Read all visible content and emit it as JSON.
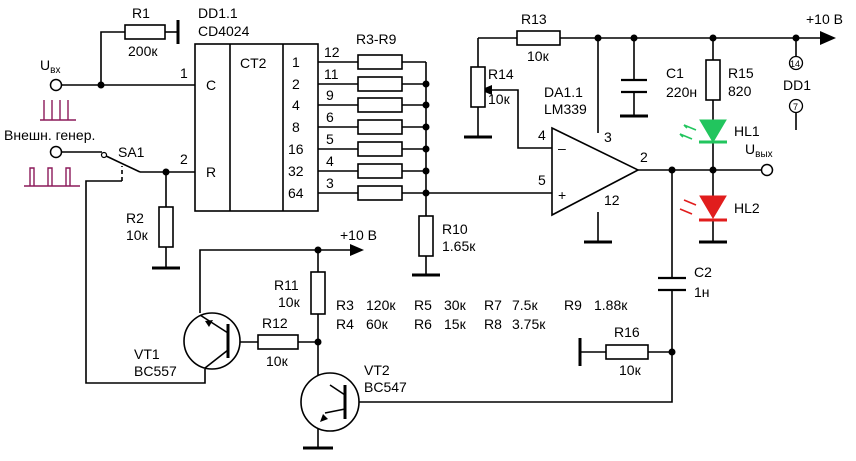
{
  "rail": {
    "top_label": "+10 В",
    "mid_label": "+10 В"
  },
  "input": {
    "label": "U",
    "sub": "вх"
  },
  "output": {
    "label": "U",
    "sub": "вых"
  },
  "ext": {
    "label": "Внешн. генер.",
    "switch": "SA1"
  },
  "counter": {
    "ref": "DD1.1",
    "part": "CD4024",
    "func": "CT2",
    "pin_c": "C",
    "pin_r": "R",
    "pin_clk": "1",
    "pin_rst": "2",
    "outputs": [
      "1",
      "2",
      "4",
      "8",
      "16",
      "32",
      "64"
    ],
    "out_pins": [
      "12",
      "11",
      "9",
      "6",
      "5",
      "4",
      "3"
    ]
  },
  "r1": {
    "ref": "R1",
    "val": "200к"
  },
  "r2": {
    "ref": "R2",
    "val": "10к"
  },
  "rbank": {
    "ref": "R3-R9"
  },
  "r10": {
    "ref": "R10",
    "val": "1.65к"
  },
  "r11": {
    "ref": "R11",
    "val": "10к"
  },
  "r12": {
    "ref": "R12",
    "val": "10к"
  },
  "r13": {
    "ref": "R13",
    "val": "10к"
  },
  "r14": {
    "ref": "R14",
    "val": "10к"
  },
  "r15": {
    "ref": "R15",
    "val": "820"
  },
  "r16": {
    "ref": "R16",
    "val": "10к"
  },
  "c1": {
    "ref": "C1",
    "val": "220н"
  },
  "c2": {
    "ref": "C2",
    "val": "1н"
  },
  "comp": {
    "ref": "DA1.1",
    "part": "LM339",
    "pin_inv": "4",
    "pin_non": "5",
    "pin_out": "2",
    "pin_vcc": "3",
    "pin_gnd": "12",
    "minus": "–",
    "plus": "+"
  },
  "hl1": {
    "ref": "HL1",
    "color": "#22c55e"
  },
  "hl2": {
    "ref": "HL2",
    "color": "#e11d1d"
  },
  "dd1": {
    "ref": "DD1",
    "pin_vdd": "14",
    "pin_vss": "7"
  },
  "vt1": {
    "ref": "VT1",
    "part": "BC557"
  },
  "vt2": {
    "ref": "VT2",
    "part": "BC547"
  },
  "values_table": [
    {
      "ref": "R3",
      "val": "120к"
    },
    {
      "ref": "R5",
      "val": "30к"
    },
    {
      "ref": "R7",
      "val": "7.5к"
    },
    {
      "ref": "R9",
      "val": "1.88к"
    },
    {
      "ref": "R4",
      "val": "60к"
    },
    {
      "ref": "R6",
      "val": "15к"
    },
    {
      "ref": "R8",
      "val": "3.75к"
    }
  ],
  "colors": {
    "wire": "#000000",
    "pulse": "#8b1a5a",
    "led_green": "#22c55e",
    "led_red": "#e11d1d"
  }
}
